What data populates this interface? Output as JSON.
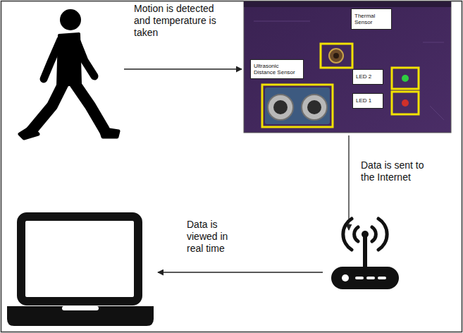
{
  "diagram": {
    "nodes": [
      {
        "text": [
          "Thermal Sensor"
        ]
      },
      {
        "text": [
          "Ultrasonic Distance Sensor"
        ]
      },
      {
        "text": [
          "LED 2"
        ]
      },
      {
        "text": [
          "LED 1"
        ]
      }
    ],
    "labels": [
      "Motion is detected and temperature is taken",
      "Data is sent to the Internet",
      "Data is viewed in real time"
    ]
  }
}
